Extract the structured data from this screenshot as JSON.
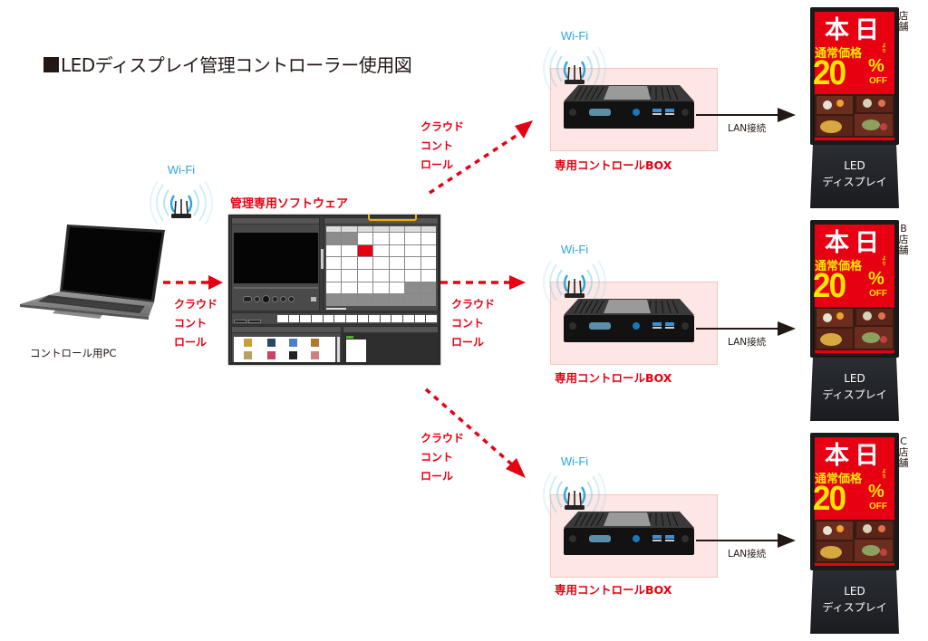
{
  "title": "LEDディスプレイ管理コントローラー使用図",
  "pc": {
    "label": "コントロール用PC"
  },
  "wifi_label": "Wi-Fi",
  "software": {
    "title": "管理専用ソフトウェア",
    "calendar": {
      "rows": [
        [
          "g",
          "g",
          "w",
          "w",
          "w",
          "w",
          "w"
        ],
        [
          "w",
          "w",
          "r",
          "w",
          "w",
          "w",
          "w"
        ],
        [
          "w",
          "w",
          "w",
          "w",
          "w",
          "w",
          "w"
        ],
        [
          "w",
          "w",
          "w",
          "w",
          "w",
          "w",
          "w"
        ],
        [
          "w",
          "w",
          "w",
          "w",
          "w",
          "g",
          "g"
        ],
        [
          "g",
          "g",
          "g",
          "g",
          "g",
          "g",
          "g"
        ]
      ]
    }
  },
  "cloud_control_label": [
    "クラウド",
    "コント",
    "ロール"
  ],
  "control_box_label": "専用コントロールBOX",
  "lan_label": "LAN接続",
  "led_display": {
    "headline": "本日",
    "subline": "通常価格",
    "subline_suffix": "より",
    "discount_value": "20",
    "discount_sign": "%",
    "discount_off": "OFF",
    "stand_label_line1": "LED",
    "stand_label_line2": "ディスプレイ"
  },
  "stores": [
    {
      "label": "店舗"
    },
    {
      "label": "B店舗"
    },
    {
      "label": "C店舗"
    }
  ],
  "colors": {
    "accent_red": "#e60012",
    "wifi_blue": "#29a7e0",
    "box_bg": "#fde6e3",
    "promo_yellow": "#ffe600"
  }
}
